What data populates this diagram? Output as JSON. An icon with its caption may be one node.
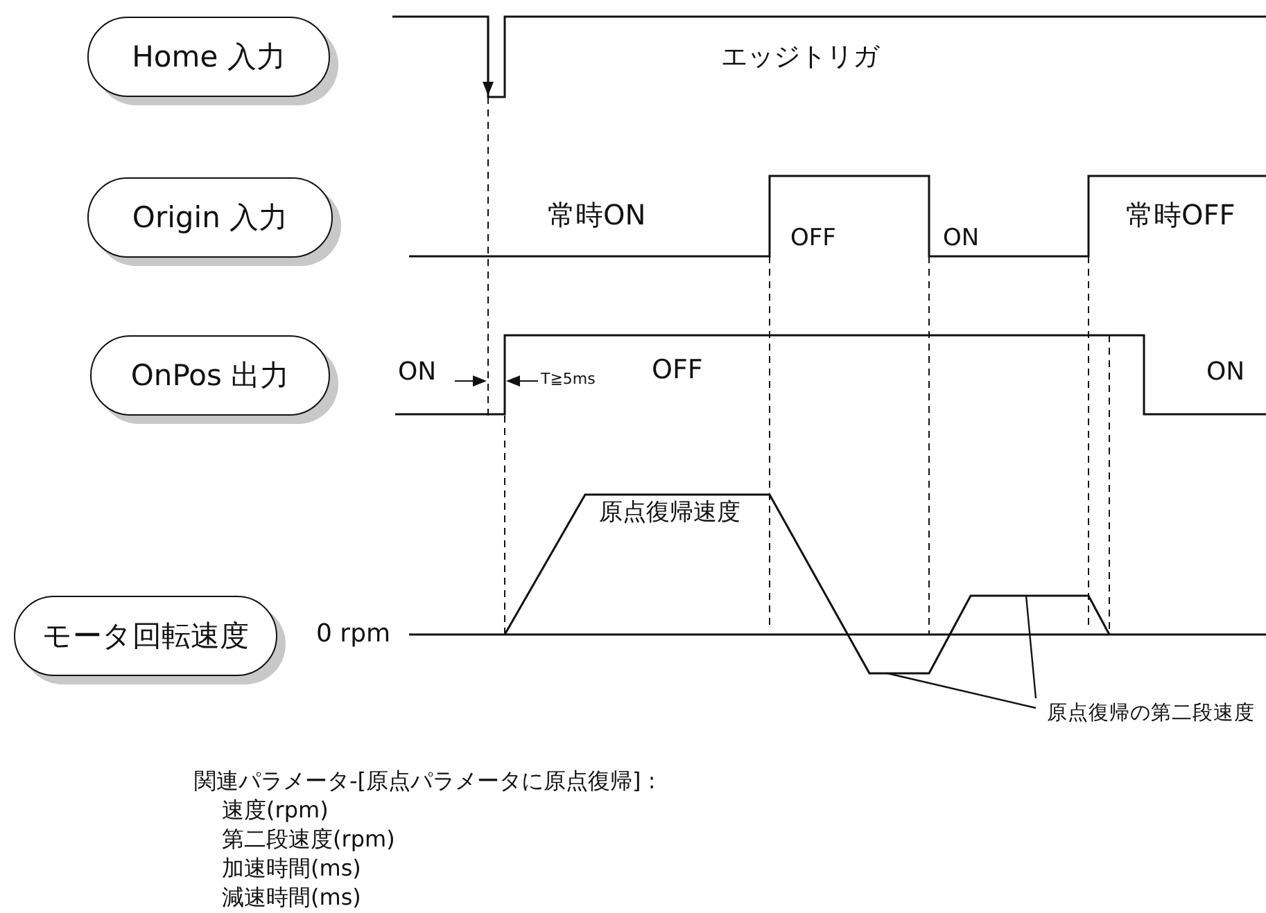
{
  "diagram": {
    "nodes": [
      {
        "text": [
          "Home 入力"
        ]
      },
      {
        "text": [
          "Origin 入力"
        ]
      },
      {
        "text": [
          "OnPos 出力"
        ]
      },
      {
        "text": [
          "モータ回転速度"
        ]
      },
      {
        "text": [
          "原点復帰の第二段速度"
        ]
      }
    ],
    "edges": [
      {
        "from": 4,
        "to": null,
        "arrow": "none"
      },
      {
        "from": 4,
        "to": null,
        "arrow": "none"
      }
    ],
    "labels": [
      "エッジトリガ",
      "常時ON",
      "OFF",
      "ON",
      "常時OFF",
      "ON",
      "T≧5ms",
      "OFF",
      "ON",
      "原点復帰速度",
      "0 rpm",
      "関連パラメータ-[原点パラメータに原点復帰] :",
      "速度(rpm)",
      "第二段速度(rpm)",
      "加速時間(ms)",
      "減速時間(ms)"
    ]
  }
}
